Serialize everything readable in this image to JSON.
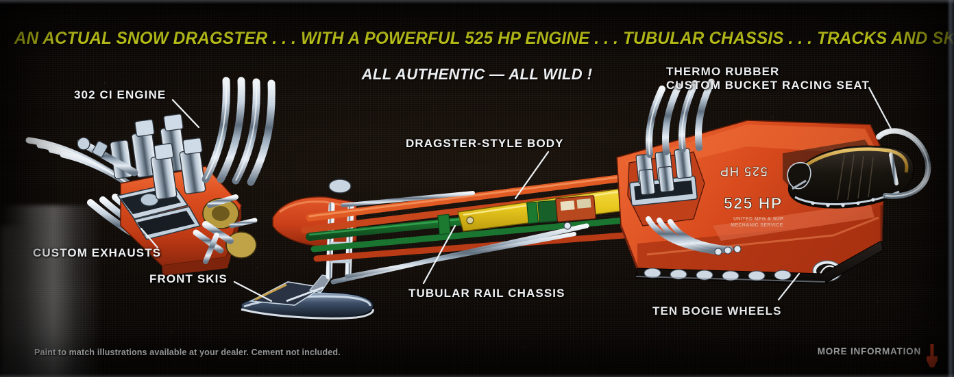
{
  "poster": {
    "headline": "AN ACTUAL SNOW DRAGSTER . . . WITH A POWERFUL 525 HP ENGINE . . . TUBULAR CHASSIS . . . TRACKS AND SKIS . . .",
    "subhead": "ALL AUTHENTIC — ALL WILD !",
    "fine_print": "Paint to match illustrations available at your dealer.  Cement not included.",
    "more_information_label": "MORE INFORMATION"
  },
  "callouts": {
    "engine": "302 CI ENGINE",
    "exhausts": "CUSTOM EXHAUSTS",
    "front_skis": "FRONT SKIS",
    "body": "DRAGSTER-STYLE BODY",
    "chassis": "TUBULAR RAIL CHASSIS",
    "seat_line1": "THERMO RUBBER",
    "seat_line2": "CUSTOM BUCKET RACING SEAT",
    "bogie_wheels": "TEN BOGIE WHEELS"
  },
  "vehicle_markings": {
    "hp_decal": "525 HP",
    "hp_decal_mirrored": "525 HP"
  },
  "colors": {
    "headline_yellow": "#e8f020",
    "callout_white": "#f2f4f7",
    "background_black": "#050302",
    "body_orange": "#d2441c",
    "body_orange_light": "#e85e2a",
    "body_orange_dark": "#8e2a10",
    "chassis_green": "#1f7a32",
    "chassis_yellow": "#e8c81e",
    "chrome_light": "#dfe6ee",
    "chrome_dark": "#4e5a68",
    "arrow_red": "#e8421e",
    "seat_black": "#171310",
    "seat_gold": "#b9862c"
  }
}
